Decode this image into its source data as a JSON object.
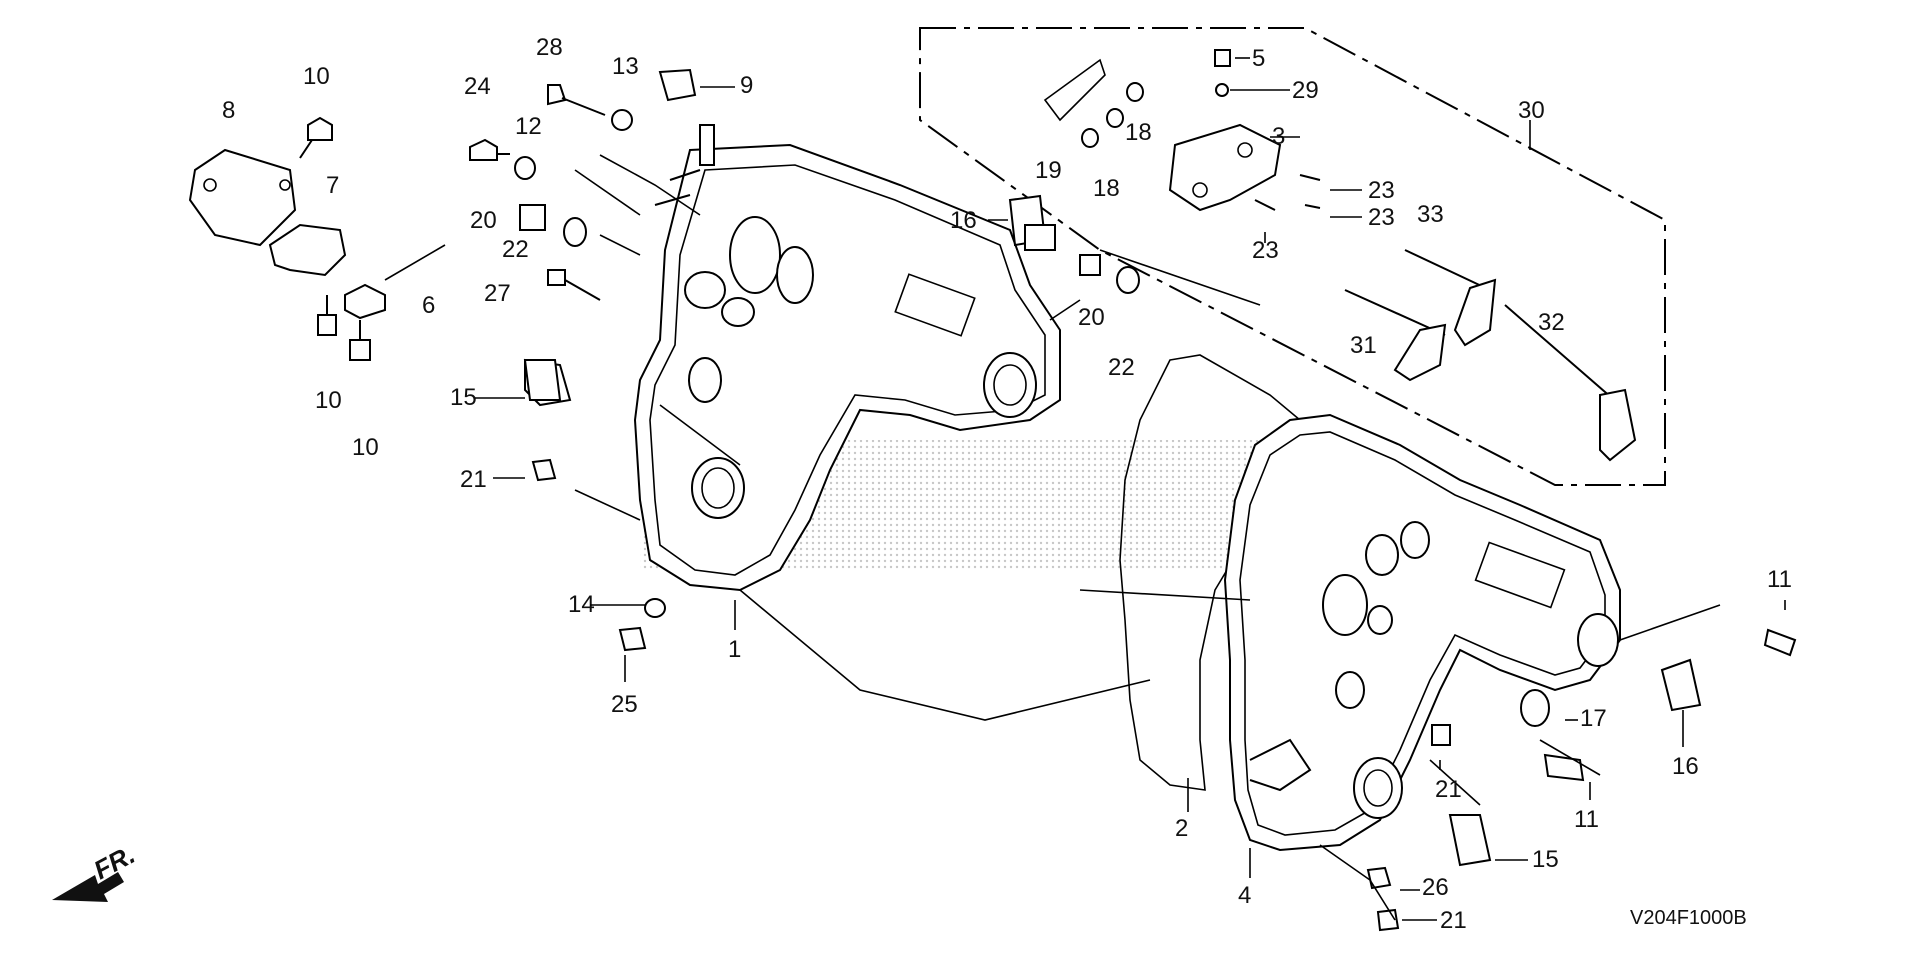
{
  "diagram": {
    "code": "V204F1000B",
    "direction_label": "FR.",
    "callouts": [
      "1",
      "2",
      "3",
      "4",
      "5",
      "6",
      "7",
      "8",
      "9",
      "10",
      "10",
      "10",
      "11",
      "11",
      "12",
      "13",
      "14",
      "15",
      "15",
      "16",
      "16",
      "17",
      "18",
      "18",
      "19",
      "20",
      "20",
      "21",
      "21",
      "21",
      "22",
      "22",
      "23",
      "23",
      "23",
      "24",
      "25",
      "26",
      "27",
      "28",
      "29",
      "30",
      "31",
      "32",
      "33"
    ]
  }
}
